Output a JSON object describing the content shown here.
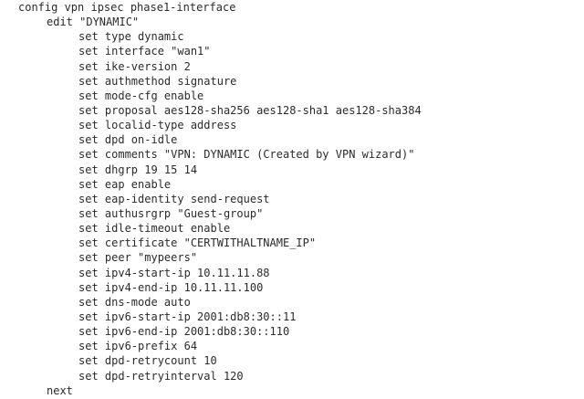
{
  "config": {
    "header": "config vpn ipsec phase1-interface",
    "edit": "edit \"DYNAMIC\"",
    "settings": [
      "set type dynamic",
      "set interface \"wan1\"",
      "set ike-version 2",
      "set authmethod signature",
      "set mode-cfg enable",
      "set proposal aes128-sha256 aes128-sha1 aes128-sha384",
      "set localid-type address",
      "set dpd on-idle",
      "set comments \"VPN: DYNAMIC (Created by VPN wizard)\"",
      "set dhgrp 19 15 14",
      "set eap enable",
      "set eap-identity send-request",
      "set authusrgrp \"Guest-group\"",
      "set idle-timeout enable",
      "set certificate \"CERTWITHALTNAME_IP\"",
      "set peer \"mypeers\"",
      "set ipv4-start-ip 10.11.11.88",
      "set ipv4-end-ip 10.11.11.100",
      "set dns-mode auto",
      "set ipv6-start-ip 2001:db8:30::11",
      "set ipv6-end-ip 2001:db8:30::110",
      "set ipv6-prefix 64",
      "set dpd-retrycount 10",
      "set dpd-retryinterval 120"
    ],
    "next": "next"
  }
}
